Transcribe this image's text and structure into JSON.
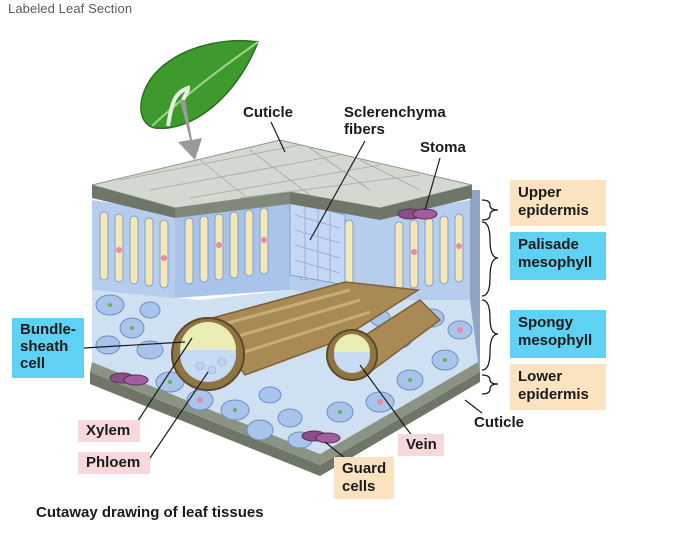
{
  "header": {
    "title": "Labeled Leaf Section"
  },
  "caption": "Cutaway drawing of leaf tissues",
  "labels": {
    "cuticle_top": "Cuticle",
    "sclerenchyma": [
      "Sclerenchyma",
      "fibers"
    ],
    "stoma": "Stoma",
    "upper_epidermis": [
      "Upper",
      "epidermis"
    ],
    "palisade": [
      "Palisade",
      "mesophyll"
    ],
    "spongy": [
      "Spongy",
      "mesophyll"
    ],
    "lower_epidermis": [
      "Lower",
      "epidermis"
    ],
    "cuticle_bottom": "Cuticle",
    "bundle_sheath": [
      "Bundle-",
      "sheath",
      "cell"
    ],
    "xylem": "Xylem",
    "phloem": "Phloem",
    "vein": "Vein",
    "guard_cells": [
      "Guard",
      "cells"
    ]
  },
  "colors": {
    "tan_label": "#fbe3c2",
    "cyan_label": "#5fd1f3",
    "pink_label": "#f7d9dc",
    "leaf_green": "#3f9a2e",
    "epidermis_gray": "#c9cdc8",
    "mesophyll_blue": "#a9c4ea",
    "vein_brown": "#a98a55",
    "guard_purple": "#8a4d86"
  }
}
